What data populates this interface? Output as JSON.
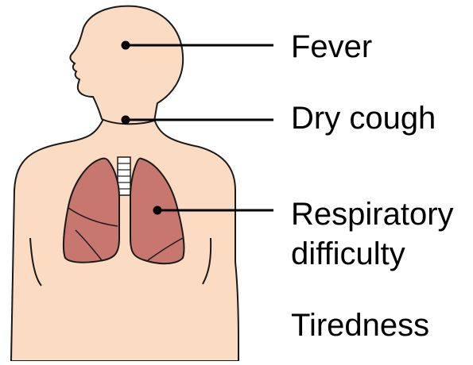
{
  "symptoms": [
    {
      "label": "Fever"
    },
    {
      "label": "Dry cough"
    },
    {
      "label_line1": "Respiratory",
      "label_line2": "difficulty"
    },
    {
      "label": "Tiredness"
    }
  ],
  "colors": {
    "skin": "#fbdcc2",
    "outline": "#1a1a1a",
    "lung": "#c8776f",
    "trachea": "#ffffff",
    "pointer": "#000000"
  }
}
